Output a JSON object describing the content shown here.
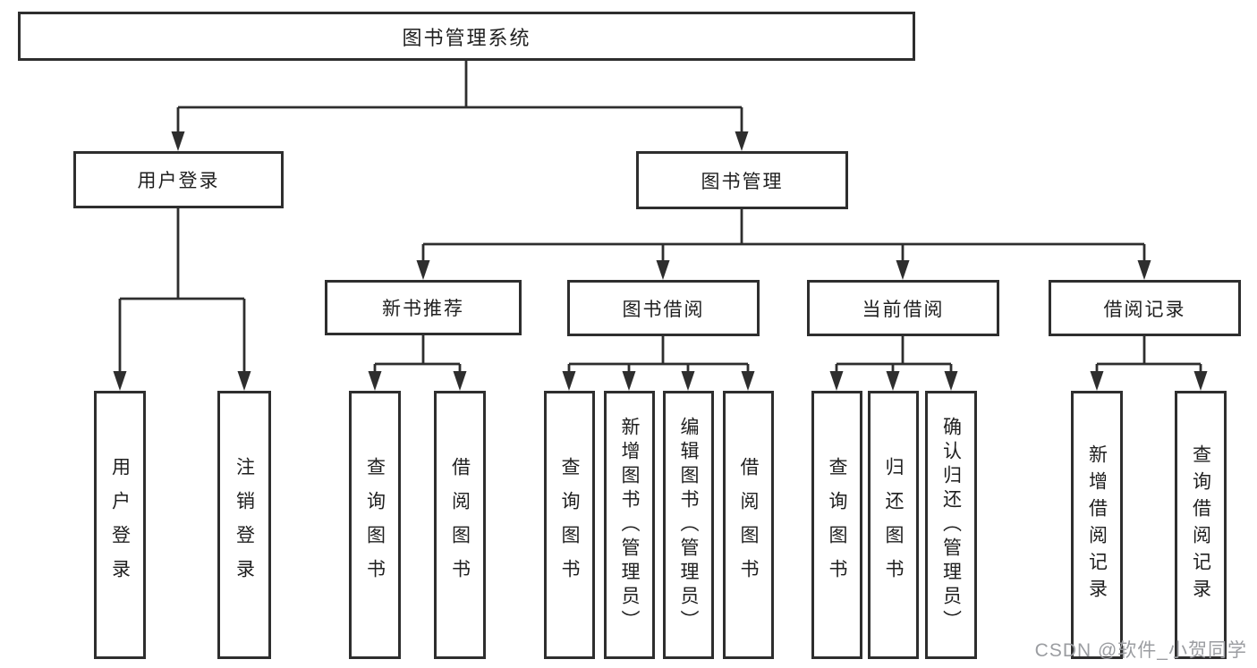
{
  "diagram_title": "图书管理系统",
  "tree": {
    "root": {
      "label": "图书管理系统"
    },
    "branches": [
      {
        "label": "用户登录",
        "children": [
          {
            "label": "用户登录"
          },
          {
            "label": "注销登录"
          }
        ]
      },
      {
        "label": "图书管理",
        "children": [
          {
            "label": "新书推荐",
            "children": [
              {
                "label": "查询图书"
              },
              {
                "label": "借阅图书"
              }
            ]
          },
          {
            "label": "图书借阅",
            "children": [
              {
                "label": "查询图书"
              },
              {
                "label": "新增图书（管理员）"
              },
              {
                "label": "编辑图书（管理员）"
              },
              {
                "label": "借阅图书"
              }
            ]
          },
          {
            "label": "当前借阅",
            "children": [
              {
                "label": "查询图书"
              },
              {
                "label": "归还图书"
              },
              {
                "label": "确认归还（管理员）"
              }
            ]
          },
          {
            "label": "借阅记录",
            "children": [
              {
                "label": "新增借阅记录"
              },
              {
                "label": "查询借阅记录"
              }
            ]
          }
        ]
      }
    ]
  },
  "watermark": {
    "text": "CSDN @软件_小贺同学"
  },
  "colors": {
    "line": "#2e2e2e",
    "box_border": "#2e2e2e",
    "text": "#1f1f1f",
    "watermark": "#9b9da1",
    "background": "#ffffff"
  }
}
